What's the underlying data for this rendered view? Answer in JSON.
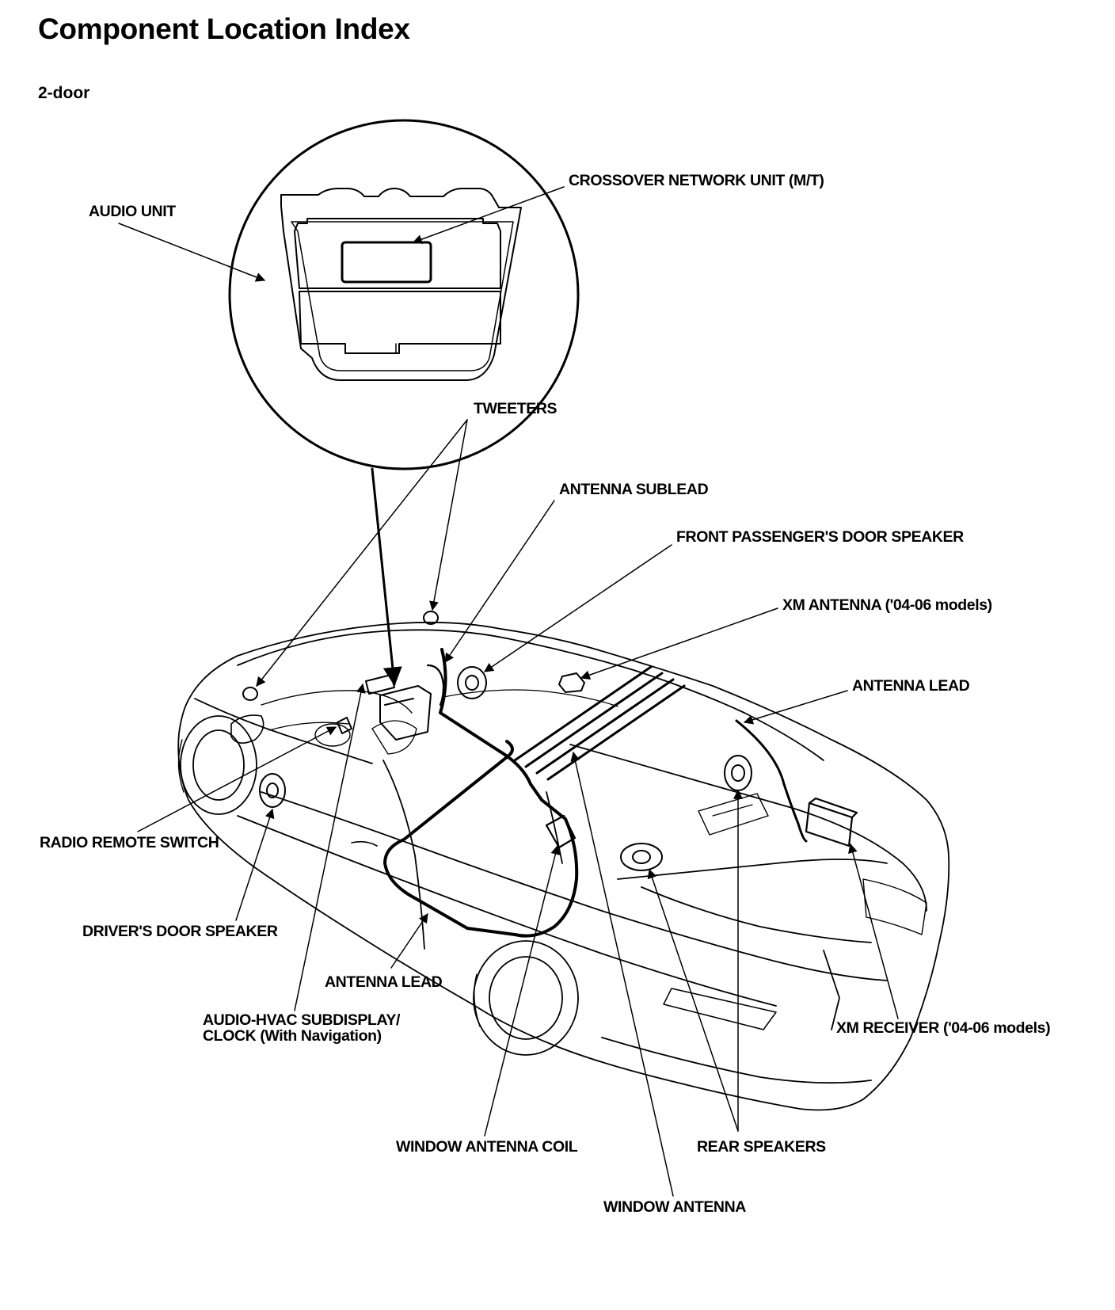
{
  "document": {
    "title": "Component Location Index",
    "variant": "2-door"
  },
  "callouts": {
    "audio_unit": "AUDIO UNIT",
    "crossover_network_unit": "CROSSOVER NETWORK UNIT (M/T)",
    "tweeters": "TWEETERS",
    "antenna_sublead": "ANTENNA SUBLEAD",
    "front_passenger_door_speaker": "FRONT PASSENGER'S DOOR SPEAKER",
    "xm_antenna": "XM ANTENNA ('04-06 models)",
    "antenna_lead_rear": "ANTENNA LEAD",
    "radio_remote_switch": "RADIO REMOTE SWITCH",
    "drivers_door_speaker": "DRIVER'S DOOR SPEAKER",
    "antenna_lead_front": "ANTENNA LEAD",
    "audio_hvac_subdisplay_line1": "AUDIO-HVAC SUBDISPLAY/",
    "audio_hvac_subdisplay_line2": "CLOCK (With Navigation)",
    "xm_receiver": "XM RECEIVER ('04-06 models)",
    "window_antenna_coil": "WINDOW ANTENNA COIL",
    "rear_speakers": "REAR SPEAKERS",
    "window_antenna": "WINDOW ANTENNA"
  }
}
